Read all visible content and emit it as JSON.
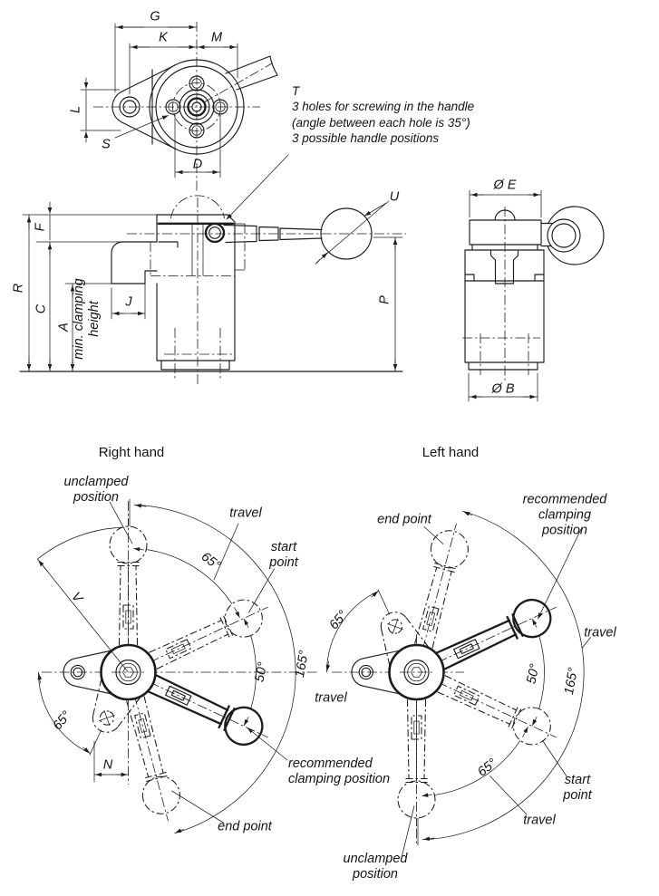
{
  "top_view": {
    "dim_g": "G",
    "dim_k": "K",
    "dim_m": "M",
    "dim_l": "L",
    "dim_s": "S",
    "dim_d": "D"
  },
  "note": {
    "text": "T\n3 holes for screwing in the handle\n(angle between each hole is 35°)\n3 possible handle positions"
  },
  "front_view": {
    "dim_f": "F",
    "dim_r": "R",
    "dim_c": "C",
    "dim_a": "A",
    "dim_j": "J",
    "dim_u": "U",
    "dim_p": "P",
    "min_clamping": "min. clamping\nheight"
  },
  "side_view": {
    "dim_e": "Ø E",
    "dim_b": "Ø B"
  },
  "right_hand": {
    "title": "Right hand",
    "unclamped": "unclamped\nposition",
    "travel_top": "travel",
    "angle_top": "65°",
    "start": "start\npoint",
    "dim_v": "V",
    "angle_mid": "50°",
    "angle_travel": "165°",
    "travel_right": "travel",
    "recommended": "recommended\nclamping position",
    "angle_left": "65°",
    "dim_n": "N",
    "end": "end point"
  },
  "left_hand": {
    "title": "Left hand",
    "end": "end point",
    "recommended": "recommended\nclamping position",
    "travel_right": "travel",
    "angle_left": "65°",
    "angle_mid": "50°",
    "angle_travel": "165°",
    "start": "start\npoint",
    "travel_bottom": "travel",
    "angle_bottom": "65°",
    "unclamped": "unclamped\nposition"
  }
}
